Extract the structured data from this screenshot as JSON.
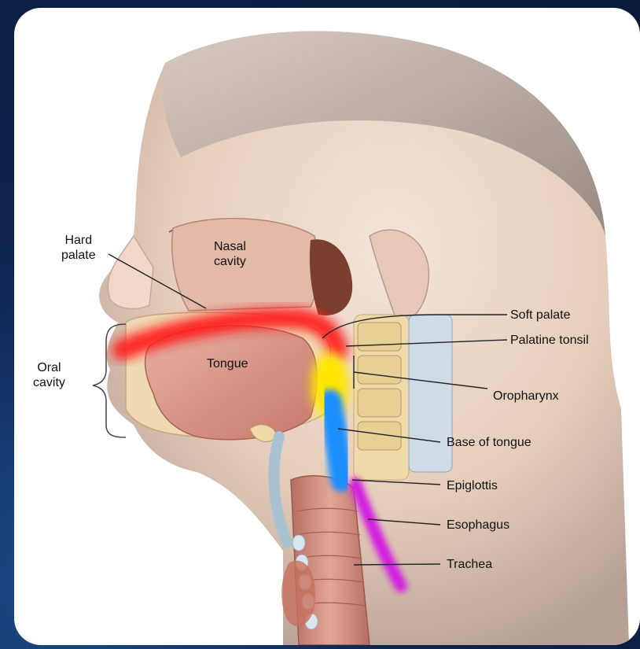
{
  "labels": {
    "hard_palate_1": "Hard",
    "hard_palate_2": "palate",
    "nasal_cavity_1": "Nasal",
    "nasal_cavity_2": "cavity",
    "oral_cavity_1": "Oral",
    "oral_cavity_2": "cavity",
    "tongue": "Tongue",
    "soft_palate": "Soft palate",
    "palatine_tonsil": "Palatine tonsil",
    "oropharynx": "Oropharynx",
    "base_of_tongue": "Base of tongue",
    "epiglottis": "Epiglottis",
    "esophagus": "Esophagus",
    "trachea": "Trachea"
  },
  "colors": {
    "oral_highlight": "#ff1f1f",
    "oropharynx_highlight": "#ffe600",
    "base_tongue_highlight": "#1f8fff",
    "esophagus_highlight": "#d21ee0",
    "skin": "#ead4c4",
    "tongue": "#d99a8a",
    "bone": "#efd9a8",
    "background": "#0d1f45"
  }
}
